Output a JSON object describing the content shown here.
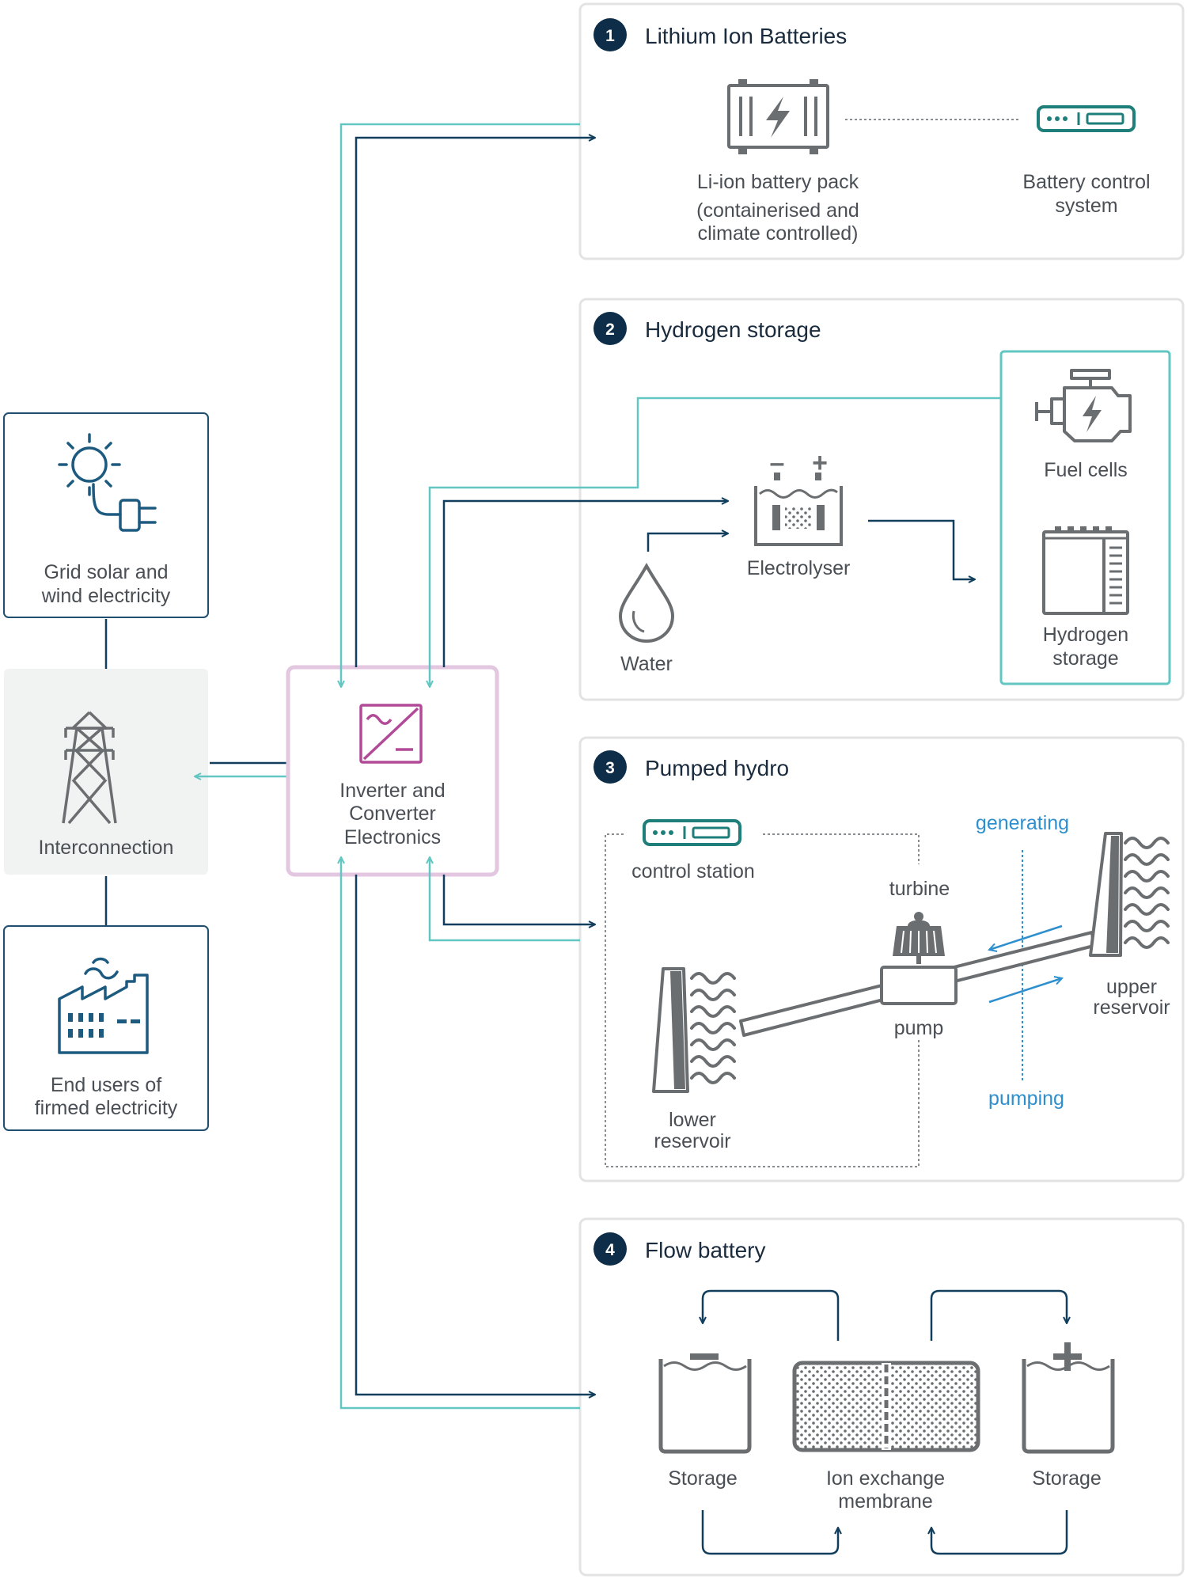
{
  "colors": {
    "navy": "#113e5c",
    "teal": "#62c6c2",
    "dark_teal": "#1e7f7a",
    "magenta": "#b24a97",
    "pink_border": "#e3c6df",
    "gray_icon": "#6b6e70",
    "blue_text": "#2e8fcf",
    "panel_border": "#e3e3e3",
    "interconnection_bg": "#f1f2f2"
  },
  "left": {
    "grid": {
      "line1": "Grid solar and",
      "line2": "wind electricity",
      "icon": "sun-plug-icon"
    },
    "interconnection": {
      "label": "Interconnection",
      "icon": "transmission-tower-icon"
    },
    "end_users": {
      "line1": "End users of",
      "line2": "firmed electricity",
      "icon": "factory-icon"
    }
  },
  "inverter": {
    "line1": "Inverter and",
    "line2": "Converter",
    "line3": "Electronics",
    "icon": "inverter-icon"
  },
  "sections": [
    {
      "number": "1",
      "title": "Lithium Ion Batteries",
      "pack": {
        "line1": "Li-ion battery pack",
        "line2": "(containerised and",
        "line3": "climate controlled)",
        "icon": "battery-container-icon"
      },
      "control": {
        "line1": "Battery control",
        "line2": "system",
        "icon": "control-unit-icon"
      }
    },
    {
      "number": "2",
      "title": "Hydrogen storage",
      "fuel_cells": "Fuel cells",
      "electrolyser": "Electrolyser",
      "water": "Water",
      "hydrogen_storage": {
        "line1": "Hydrogen",
        "line2": "storage"
      },
      "electrolyser_signs": {
        "minus": "–",
        "plus": "+"
      }
    },
    {
      "number": "3",
      "title": "Pumped hydro",
      "control_station": "control station",
      "turbine": "turbine",
      "pump": "pump",
      "generating": "generating",
      "pumping": "pumping",
      "upper_reservoir": {
        "line1": "upper",
        "line2": "reservoir"
      },
      "lower_reservoir": {
        "line1": "lower",
        "line2": "reservoir"
      }
    },
    {
      "number": "4",
      "title": "Flow battery",
      "storage_left": "Storage",
      "storage_right": "Storage",
      "membrane": {
        "line1": "Ion exchange",
        "line2": "membrane"
      }
    }
  ]
}
